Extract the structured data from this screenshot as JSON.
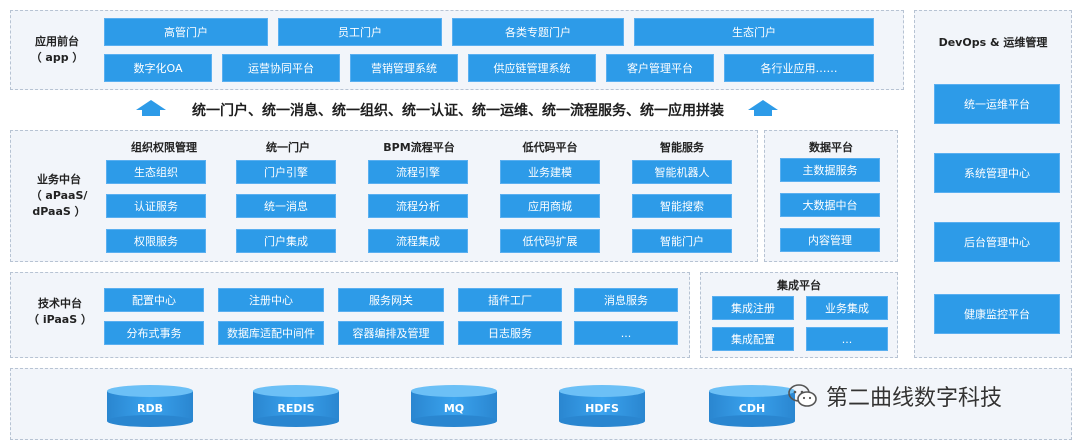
{
  "app_layer": {
    "title": "应用前台\n（ app ）",
    "row1": [
      "高管门户",
      "员工门户",
      "各类专题门户",
      "生态门户"
    ],
    "row2": [
      "数字化OA",
      "运营协同平台",
      "营销管理系统",
      "供应链管理系统",
      "客户管理平台",
      "各行业应用……"
    ]
  },
  "banner": "统一门户、统一消息、统一组织、统一认证、统一运维、统一流程服务、统一应用拼装",
  "business_layer": {
    "title": "业务中台\n（ aPaaS/\ndPaaS ）",
    "groups": [
      {
        "head": "组织权限管理",
        "items": [
          "生态组织",
          "认证服务",
          "权限服务"
        ]
      },
      {
        "head": "统一门户",
        "items": [
          "门户引擎",
          "统一消息",
          "门户集成"
        ]
      },
      {
        "head": "BPM流程平台",
        "items": [
          "流程引擎",
          "流程分析",
          "流程集成"
        ]
      },
      {
        "head": "低代码平台",
        "items": [
          "业务建模",
          "应用商城",
          "低代码扩展"
        ]
      },
      {
        "head": "智能服务",
        "items": [
          "智能机器人",
          "智能搜索",
          "智能门户"
        ]
      }
    ]
  },
  "data_platform": {
    "head": "数据平台",
    "items": [
      "主数据服务",
      "大数据中台",
      "内容管理"
    ]
  },
  "tech_layer": {
    "title": "技术中台\n（ iPaaS ）",
    "row1": [
      "配置中心",
      "注册中心",
      "服务网关",
      "插件工厂",
      "消息服务"
    ],
    "row2": [
      "分布式事务",
      "数据库适配中间件",
      "容器编排及管理",
      "日志服务",
      "..."
    ]
  },
  "integration_platform": {
    "head": "集成平台",
    "items": [
      "集成注册",
      "业务集成",
      "集成配置",
      "..."
    ]
  },
  "devops": {
    "head": "DevOps & 运维管理",
    "items": [
      "统一运维平台",
      "系统管理中心",
      "后台管理中心",
      "健康监控平台"
    ]
  },
  "storage": [
    "RDB",
    "REDIS",
    "MQ",
    "HDFS",
    "CDH"
  ],
  "watermark": "第二曲线数字科技",
  "colors": {
    "box": "#2d9be8",
    "panel": "#f2f5fa",
    "border": "#b7c3d3"
  }
}
